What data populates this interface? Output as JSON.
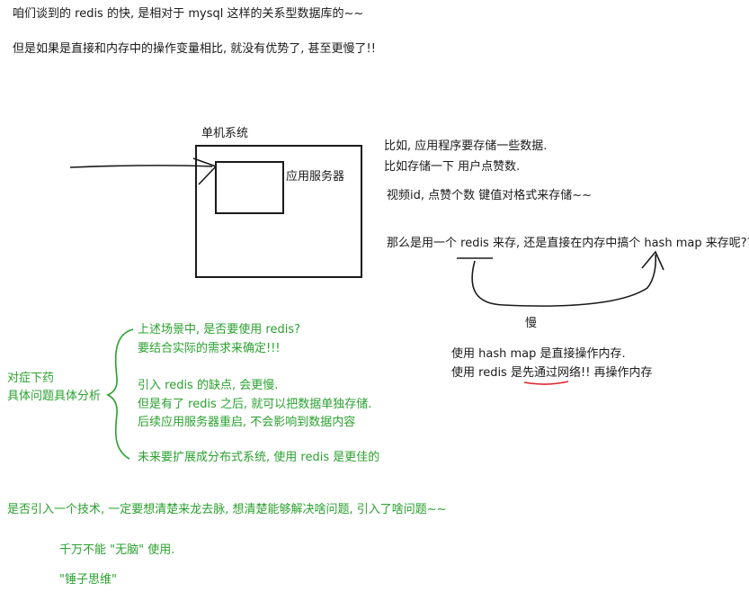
{
  "notes": {
    "line1": "咱们谈到的 redis 的快, 是相对于 mysql 这样的关系型数据库的~~",
    "line2": "但是如果是直接和内存中的操作变量相比, 就没有优势了, 甚至更慢了!!"
  },
  "diagram": {
    "machine_label": "单机系统",
    "server_label": "应用服务器"
  },
  "right_notes": {
    "example1": "比如, 应用程序要存储一些数据.",
    "example2": "比如存储一下 用户点赞数.",
    "example3": "视频id, 点赞个数 键值对格式来存储~~",
    "question": "那么是用一个 redis 来存, 还是直接在内存中搞个 hash map 来存呢??",
    "slow": "慢",
    "hashmap_line": "使用 hash map 是直接操作内存.",
    "redis_prefix": "使用 redis 是",
    "redis_underlined": "先通过网络",
    "redis_suffix": "!! 再操作内存"
  },
  "green_notes": {
    "left1": "对症下药",
    "left2": "具体问题具体分析",
    "items": [
      "上述场景中, 是否要使用 redis?",
      "要结合实际的需求来确定!!!",
      "引入 redis 的缺点, 会更慢.",
      "但是有了 redis 之后, 就可以把数据单独存储.",
      "后续应用服务器重启, 不会影响到数据内容",
      "未来要扩展成分布式系统, 使用 redis 是更佳的"
    ],
    "bottom": "是否引入一个技术, 一定要想清楚来龙去脉, 想清楚能够解决啥问题, 引入了啥问题~~",
    "bottom2": "千万不能 \"无脑\" 使用.",
    "bottom3": "\"锤子思维\""
  },
  "colors": {
    "ink": "#1a1a1a",
    "green": "#2aa12f",
    "red": "#e0202a"
  }
}
